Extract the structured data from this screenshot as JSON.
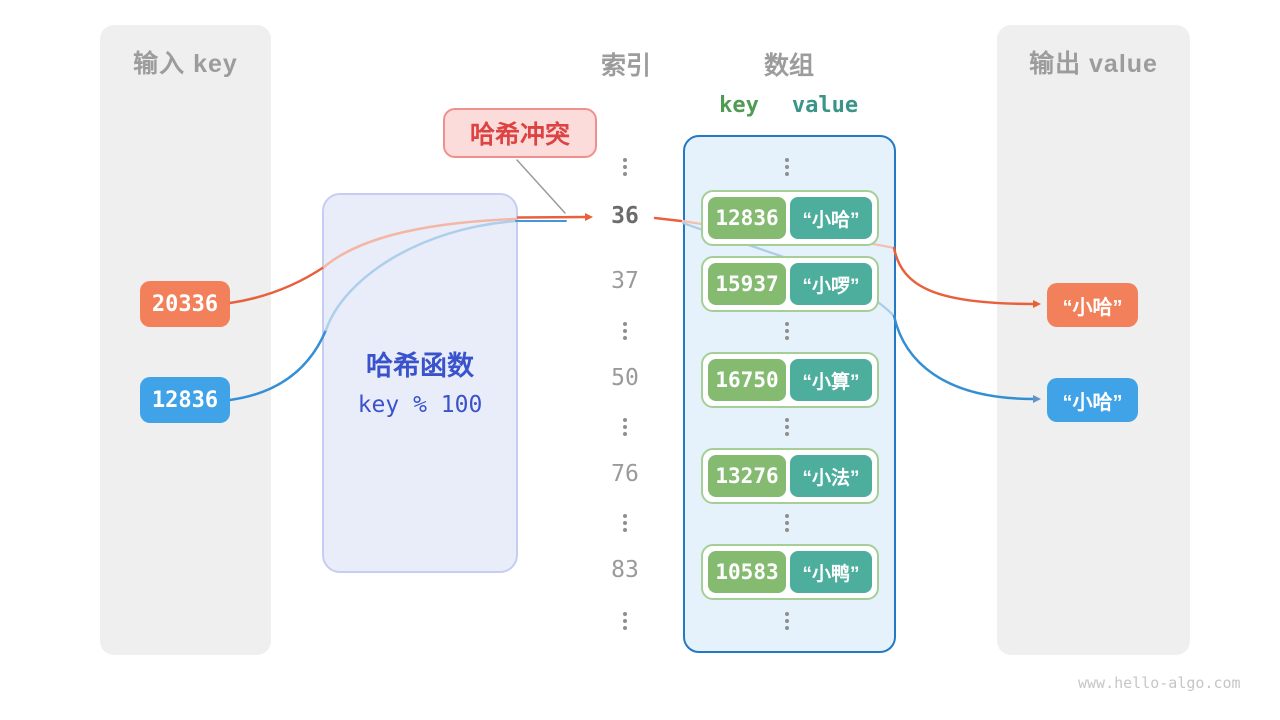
{
  "input_panel": {
    "title": "输入 key",
    "keys": [
      {
        "value": "20336",
        "color": "#f2815b"
      },
      {
        "value": "12836",
        "color": "#41a3e7"
      }
    ]
  },
  "output_panel": {
    "title": "输出 value",
    "values": [
      {
        "text": "“小哈”",
        "color": "#f2815b"
      },
      {
        "text": "“小哈”",
        "color": "#41a3e7"
      }
    ]
  },
  "hash_function": {
    "name": "哈希函数",
    "formula": "key % 100"
  },
  "collision": {
    "label": "哈希冲突"
  },
  "headers": {
    "index": "索引",
    "array": "数组",
    "key": "key",
    "value": "value"
  },
  "array_rows": [
    {
      "index": "36",
      "key": "12836",
      "value": "“小哈”"
    },
    {
      "index": "37",
      "key": "15937",
      "value": "“小啰”"
    },
    {
      "index": "50",
      "key": "16750",
      "value": "“小算”"
    },
    {
      "index": "76",
      "key": "13276",
      "value": "“小法”"
    },
    {
      "index": "83",
      "key": "10583",
      "value": "“小鸭”"
    }
  ],
  "colors": {
    "orange": "#f2815b",
    "blue": "#41a3e7",
    "green_key": "#85bb71",
    "teal_value": "#4dae9e",
    "array_border": "#2379c3",
    "collision_red": "#de4343",
    "hash_blue": "#3a53cb",
    "key_header_green": "#4f9b53",
    "value_header_teal": "#3a9488"
  },
  "footer": "www.hello-algo.com"
}
